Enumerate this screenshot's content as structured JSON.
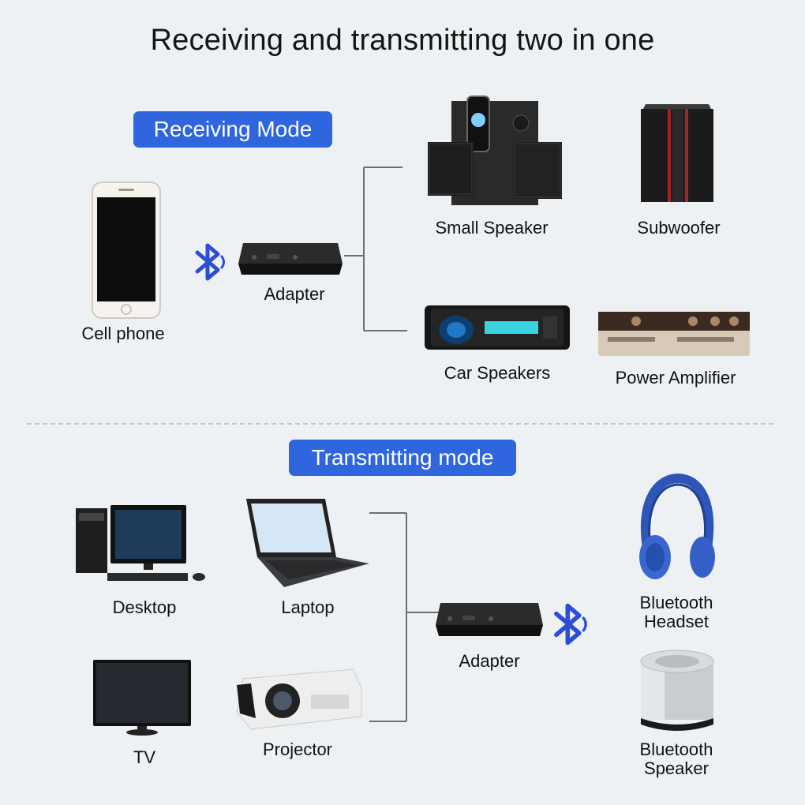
{
  "title": "Receiving and transmitting two in one",
  "receiving": {
    "mode_label": "Receiving Mode",
    "source": "Cell phone",
    "adapter": "Adapter",
    "outputs": [
      "Small Speaker",
      "Subwoofer",
      "Car Speakers",
      "Power Amplifier"
    ]
  },
  "transmitting": {
    "mode_label": "Transmitting mode",
    "sources": [
      "Desktop",
      "Laptop",
      "TV",
      "Projector"
    ],
    "adapter": "Adapter",
    "outputs": [
      {
        "line1": "Bluetooth",
        "line2": "Headset"
      },
      {
        "line1": "Bluetooth",
        "line2": "Speaker"
      }
    ]
  },
  "icons": [
    "bluetooth-icon"
  ],
  "colors": {
    "accent": "#2f66dd",
    "bluetooth": "#2a4fd6",
    "background": "#eef1f3"
  }
}
